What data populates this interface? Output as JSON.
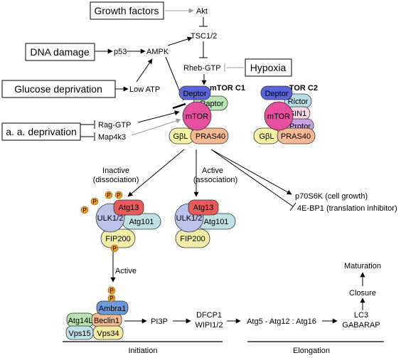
{
  "stimuli": {
    "growth_factors": "Growth factors",
    "dna_damage": "DNA damage",
    "glucose_deprivation": "Glucose deprivation",
    "aa_deprivation": "a. a. deprivation",
    "hypoxia": "Hypoxia"
  },
  "signals": {
    "akt": "Akt",
    "tsc": "TSC1/2",
    "p53": "p53",
    "ampk": "AMPK",
    "low_atp": "Low ATP",
    "rheb": "Rheb-GTP",
    "rag": "Rag-GTP",
    "map4k3": "Map4k3"
  },
  "mtorc1": {
    "title": "mTOR C1",
    "deptor": "Deptor",
    "raptor": "Raptor",
    "mtor": "mTOR",
    "gbl": "GβL",
    "pras40": "PRAS40"
  },
  "mtorc2": {
    "title": "mTOR C2",
    "deptor": "Deptor",
    "rictor": "Rictor",
    "sin1": "SIN1",
    "mtor": "mTOR",
    "protor": "Protor",
    "gbl": "GβL",
    "pras40": "PRAS40"
  },
  "states": {
    "inactive": "Inactive",
    "dissociation": "(dissociation)",
    "active": "Active",
    "association": "(association)",
    "active_plain": "Active"
  },
  "targets": {
    "p70s6k": "p70S6K (cell growth)",
    "ebp1": "4E-BP1 (translation inhibitor)"
  },
  "ulk_complex": {
    "atg13": "Atg13",
    "ulk": "ULK1/2",
    "atg101": "Atg101",
    "fip200": "FIP200",
    "phospho": "P"
  },
  "pi3k_complex": {
    "ambra1": "Ambra1",
    "atg14l": "Atg14L",
    "beclin1": "Beclin1",
    "vps15": "Vps15",
    "vps34": "Vps34"
  },
  "pathway": {
    "pi3p": "PI3P",
    "dfcp1": "DFCP1",
    "wipi": "WIPI1/2",
    "atg_conj": "Atg5 - Atg12 : Atg16",
    "lc3": "LC3",
    "gabarap": "GABARAP",
    "closure": "Closure",
    "maturation": "Maturation"
  },
  "stages": {
    "initiation": "Initiation",
    "elongation": "Elongation"
  },
  "colors": {
    "deptor": "#5b63d8",
    "raptor": "#b9e4b4",
    "mtor": "#e54f9d",
    "gbl": "#f7f2a6",
    "pras40": "#f5b994",
    "rictor": "#b9dde8",
    "sin1": "#f7d9e6",
    "protor": "#c7a3e0",
    "atg13": "#e85a5a",
    "ulk": "#bcc2ea",
    "atg101": "#bfe0e4",
    "fip200": "#f1eca8",
    "phospho": "#e89a2a",
    "ambra1": "#6f9ad8",
    "atg14l": "#b6e3b0",
    "beclin1": "#f4b98c",
    "vps15": "#bfe0e8",
    "vps34": "#f3eaa4",
    "grey_arrow": "#999999"
  }
}
